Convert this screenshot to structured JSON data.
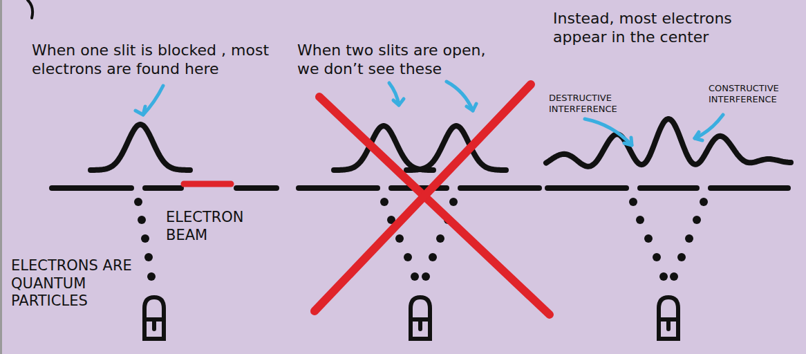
{
  "diagram": {
    "labels": [
      "Instead, most electrons appear in the center",
      "When one slit is blocked , most electrons are found here",
      "When two slits are open, we don’t see these",
      "DESTRUCTIVE INTERFERENCE",
      "CONSTRUCTIVE INTERFERENCE",
      "ELECTRON BEAM",
      "ELECTRONS ARE QUANTUM PARTICLES"
    ]
  }
}
